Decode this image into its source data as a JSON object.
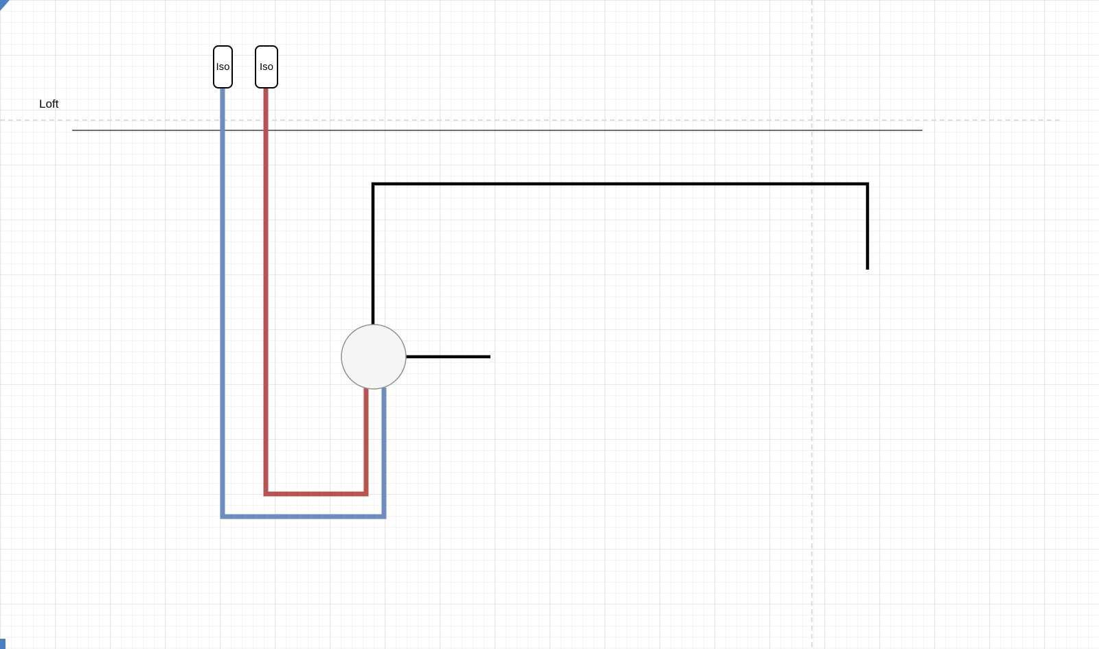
{
  "labels": {
    "loft": "Loft"
  },
  "valves": [
    {
      "label": "Iso"
    },
    {
      "label": "Iso"
    }
  ],
  "colors": {
    "cold_pipe": "#6c8ebf",
    "hot_pipe": "#b85450",
    "black_pipe": "#000000",
    "pump_fill": "#f5f5f5",
    "pump_stroke": "#919191",
    "guide_dash": "#c9c9c9",
    "floor_line": "#1a1a1a",
    "corner_marker": "#4d7fc4",
    "valve_border": "#000000",
    "valve_fill": "#ffffff",
    "canvas_background": "#ffffff",
    "grid_minor": "#f4f4f4",
    "grid_major": "#e6e6e6"
  }
}
